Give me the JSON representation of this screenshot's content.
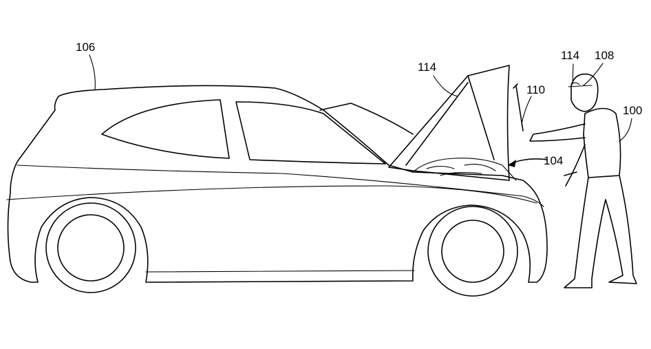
{
  "figure": {
    "labels": {
      "vehicle": "106",
      "hood": "114",
      "tool": "110",
      "glasses": "114",
      "headset": "108",
      "user": "100",
      "engine_compartment": "104"
    }
  }
}
